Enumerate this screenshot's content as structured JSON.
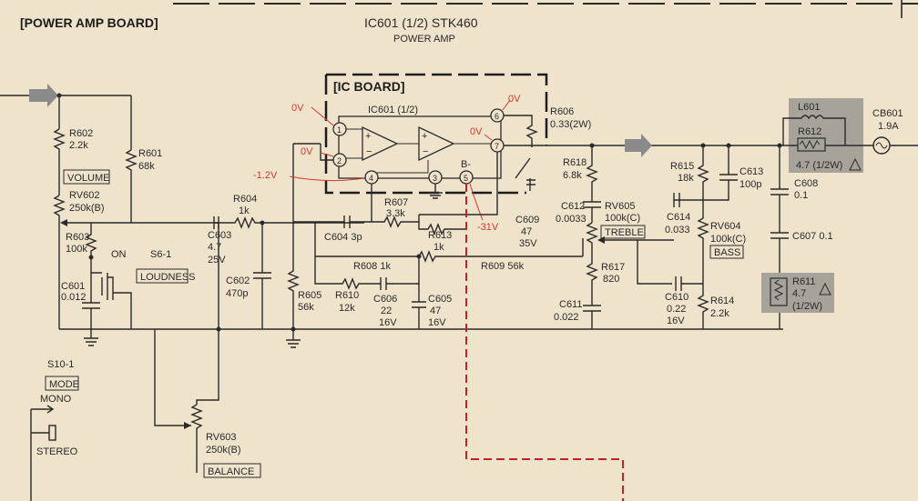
{
  "board_title": "[POWER AMP BOARD]",
  "ic_title": "IC601 (1/2)  STK460",
  "ic_subtitle": "POWER AMP",
  "ic_board_label": "[IC BOARD]",
  "ic_inner_label": "IC601 (1/2)",
  "voltages": {
    "pin1": "0V",
    "pin2": "0V",
    "pin4": "-1.2V",
    "pin5": "-31V",
    "pin6": "0V",
    "pin7": "0V"
  },
  "pins": [
    "1",
    "2",
    "4",
    "3",
    "5",
    "6",
    "7"
  ],
  "b_minus": "B-",
  "components": {
    "r602": [
      "R602",
      "2.2k"
    ],
    "r601": [
      "R601",
      "68k"
    ],
    "volume": "VOLUME",
    "rv602": [
      "RV602",
      "250k(B)"
    ],
    "r603": [
      "R603",
      "100k"
    ],
    "on": "ON",
    "s6": "S6-1",
    "loudness": "LOUDNESS",
    "c601": [
      "C601",
      "0.012"
    ],
    "r604": [
      "R604",
      "1k"
    ],
    "c603": [
      "C603",
      "4.7",
      "25V"
    ],
    "c602": [
      "C602",
      "470p"
    ],
    "r605": [
      "R605",
      "56k"
    ],
    "c604": "C604  3p",
    "r607": [
      "R607",
      "3.3k"
    ],
    "r613": [
      "R613",
      "1k"
    ],
    "r608": "R608  1k",
    "r610": [
      "R610",
      "12k"
    ],
    "c606": [
      "C606",
      "22",
      "16V"
    ],
    "c605": [
      "C605",
      "47",
      "16V"
    ],
    "r609": "R609  56k",
    "r606": [
      "R606",
      "0.33(2W)"
    ],
    "c609": [
      "C609",
      "47",
      "35V"
    ],
    "r618": [
      "R618",
      "6.8k"
    ],
    "c612": [
      "C612",
      "0.0033"
    ],
    "rv605": [
      "RV605",
      "100k(C)"
    ],
    "treble": "TREBLE",
    "r617": [
      "R617",
      "820"
    ],
    "c611": [
      "C611",
      "0.022"
    ],
    "r615": [
      "R615",
      "18k"
    ],
    "c613": [
      "C613",
      "100p"
    ],
    "c614": [
      "C614",
      "0.033"
    ],
    "rv604": [
      "RV604",
      "100k(C)"
    ],
    "bass": "BASS",
    "c610": [
      "C610",
      "0.22",
      "16V"
    ],
    "r614": [
      "R614",
      "2.2k"
    ],
    "l601": "L601",
    "r612": [
      "R612",
      "4.7 (1/2W)"
    ],
    "cb601": [
      "CB601",
      "1.9A"
    ],
    "c608": [
      "C608",
      "0.1"
    ],
    "c607": "C607  0.1",
    "r611": [
      "R611",
      "4.7",
      "(1/2W)"
    ],
    "s10": "S10-1",
    "mode": "MODE",
    "mono": "MONO",
    "stereo": "STEREO",
    "rv603": [
      "RV603",
      "250k(B)"
    ],
    "balance": "BALANCE"
  },
  "colors": {
    "paper": "#efe3cc",
    "ink": "#2a2a2a",
    "red": "#c4202a",
    "gray_box": "#a8a39a",
    "arrow_gray": "#8a8a8a"
  }
}
